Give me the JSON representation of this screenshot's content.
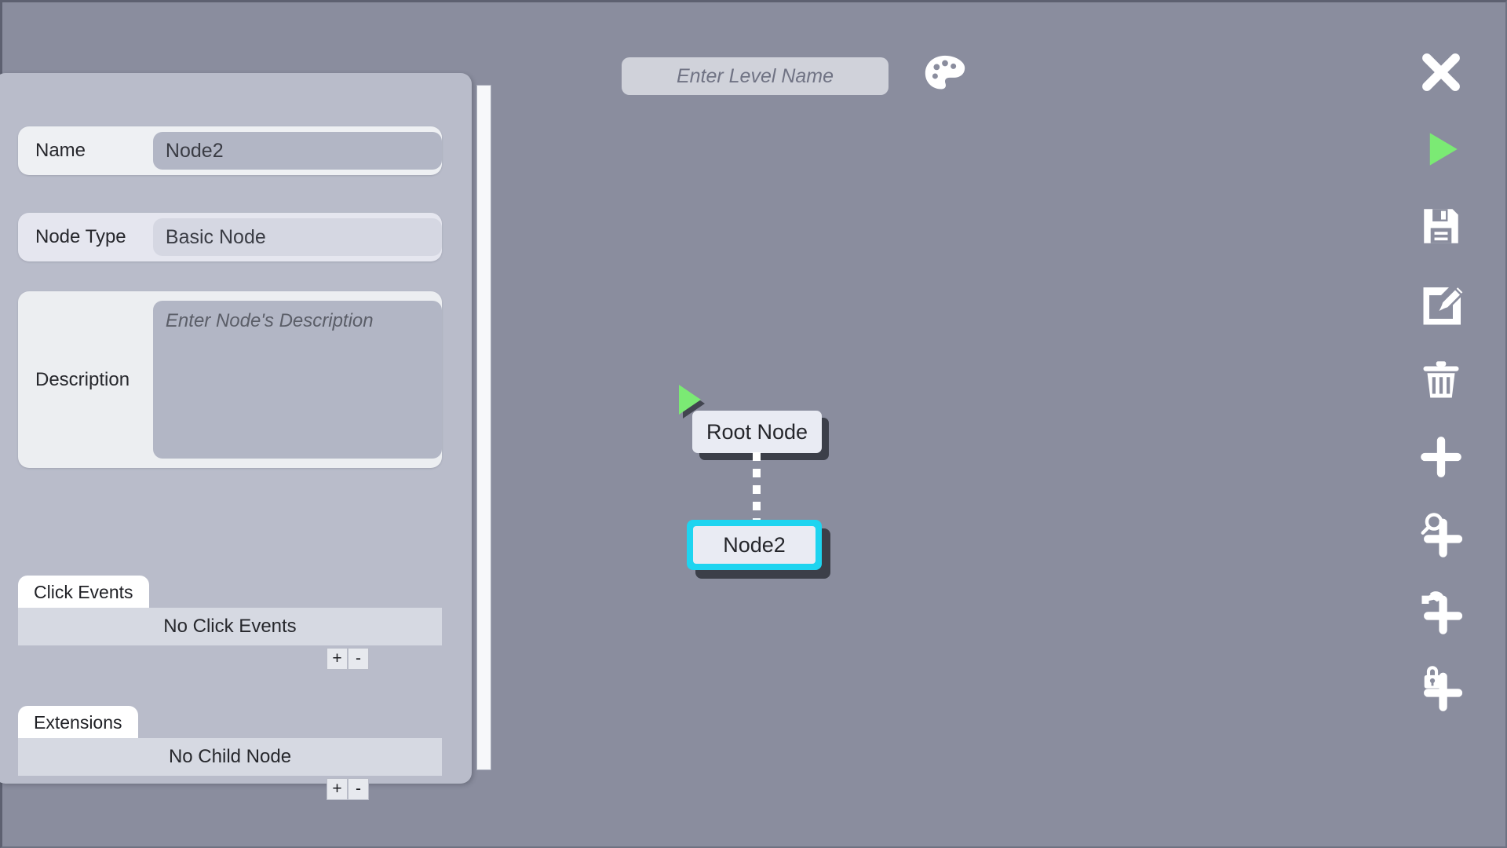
{
  "window": {
    "background_color": "#8a8d9e",
    "border_color": "#5d6070"
  },
  "topbar": {
    "level_name": {
      "value": "",
      "placeholder": "Enter Level Name"
    },
    "palette_button_label": "palette-icon"
  },
  "inspector": {
    "fields": [
      {
        "label": "Name",
        "value": "Node2",
        "placeholder": ""
      },
      {
        "label": "Node Type",
        "value": "Basic Node",
        "placeholder": ""
      },
      {
        "label": "Description",
        "value": "",
        "placeholder": "Enter Node's Description"
      }
    ],
    "sections": [
      {
        "tab_label": "Click Events",
        "empty_text": "No Click Events",
        "add_label": "+",
        "remove_label": "-"
      },
      {
        "tab_label": "Extensions",
        "empty_text": "No Child Node",
        "add_label": "+",
        "remove_label": "-"
      }
    ]
  },
  "toolbar": {
    "items": [
      {
        "name": "close-icon",
        "tooltip": "Close"
      },
      {
        "name": "play-icon",
        "tooltip": "Play",
        "color": "#7bea74"
      },
      {
        "name": "save-icon",
        "tooltip": "Save"
      },
      {
        "name": "edit-icon",
        "tooltip": "Edit"
      },
      {
        "name": "trash-icon",
        "tooltip": "Delete"
      },
      {
        "name": "plus-icon",
        "tooltip": "Add Node"
      },
      {
        "name": "magnifier-plus-icon",
        "tooltip": "Add Inspect Node"
      },
      {
        "name": "hand-plus-icon",
        "tooltip": "Add Interact Node"
      },
      {
        "name": "lock-plus-icon",
        "tooltip": "Add Lock Node"
      }
    ]
  },
  "graph": {
    "nodes": [
      {
        "id": "root",
        "label": "Root Node",
        "selected": false,
        "is_start": true
      },
      {
        "id": "node2",
        "label": "Node2",
        "selected": true,
        "is_start": false
      }
    ],
    "edges": [
      {
        "from": "root",
        "to": "node2",
        "style": "dashed"
      }
    ],
    "selection_color": "#1ed4f0",
    "start_marker_color": "#7bea74"
  }
}
